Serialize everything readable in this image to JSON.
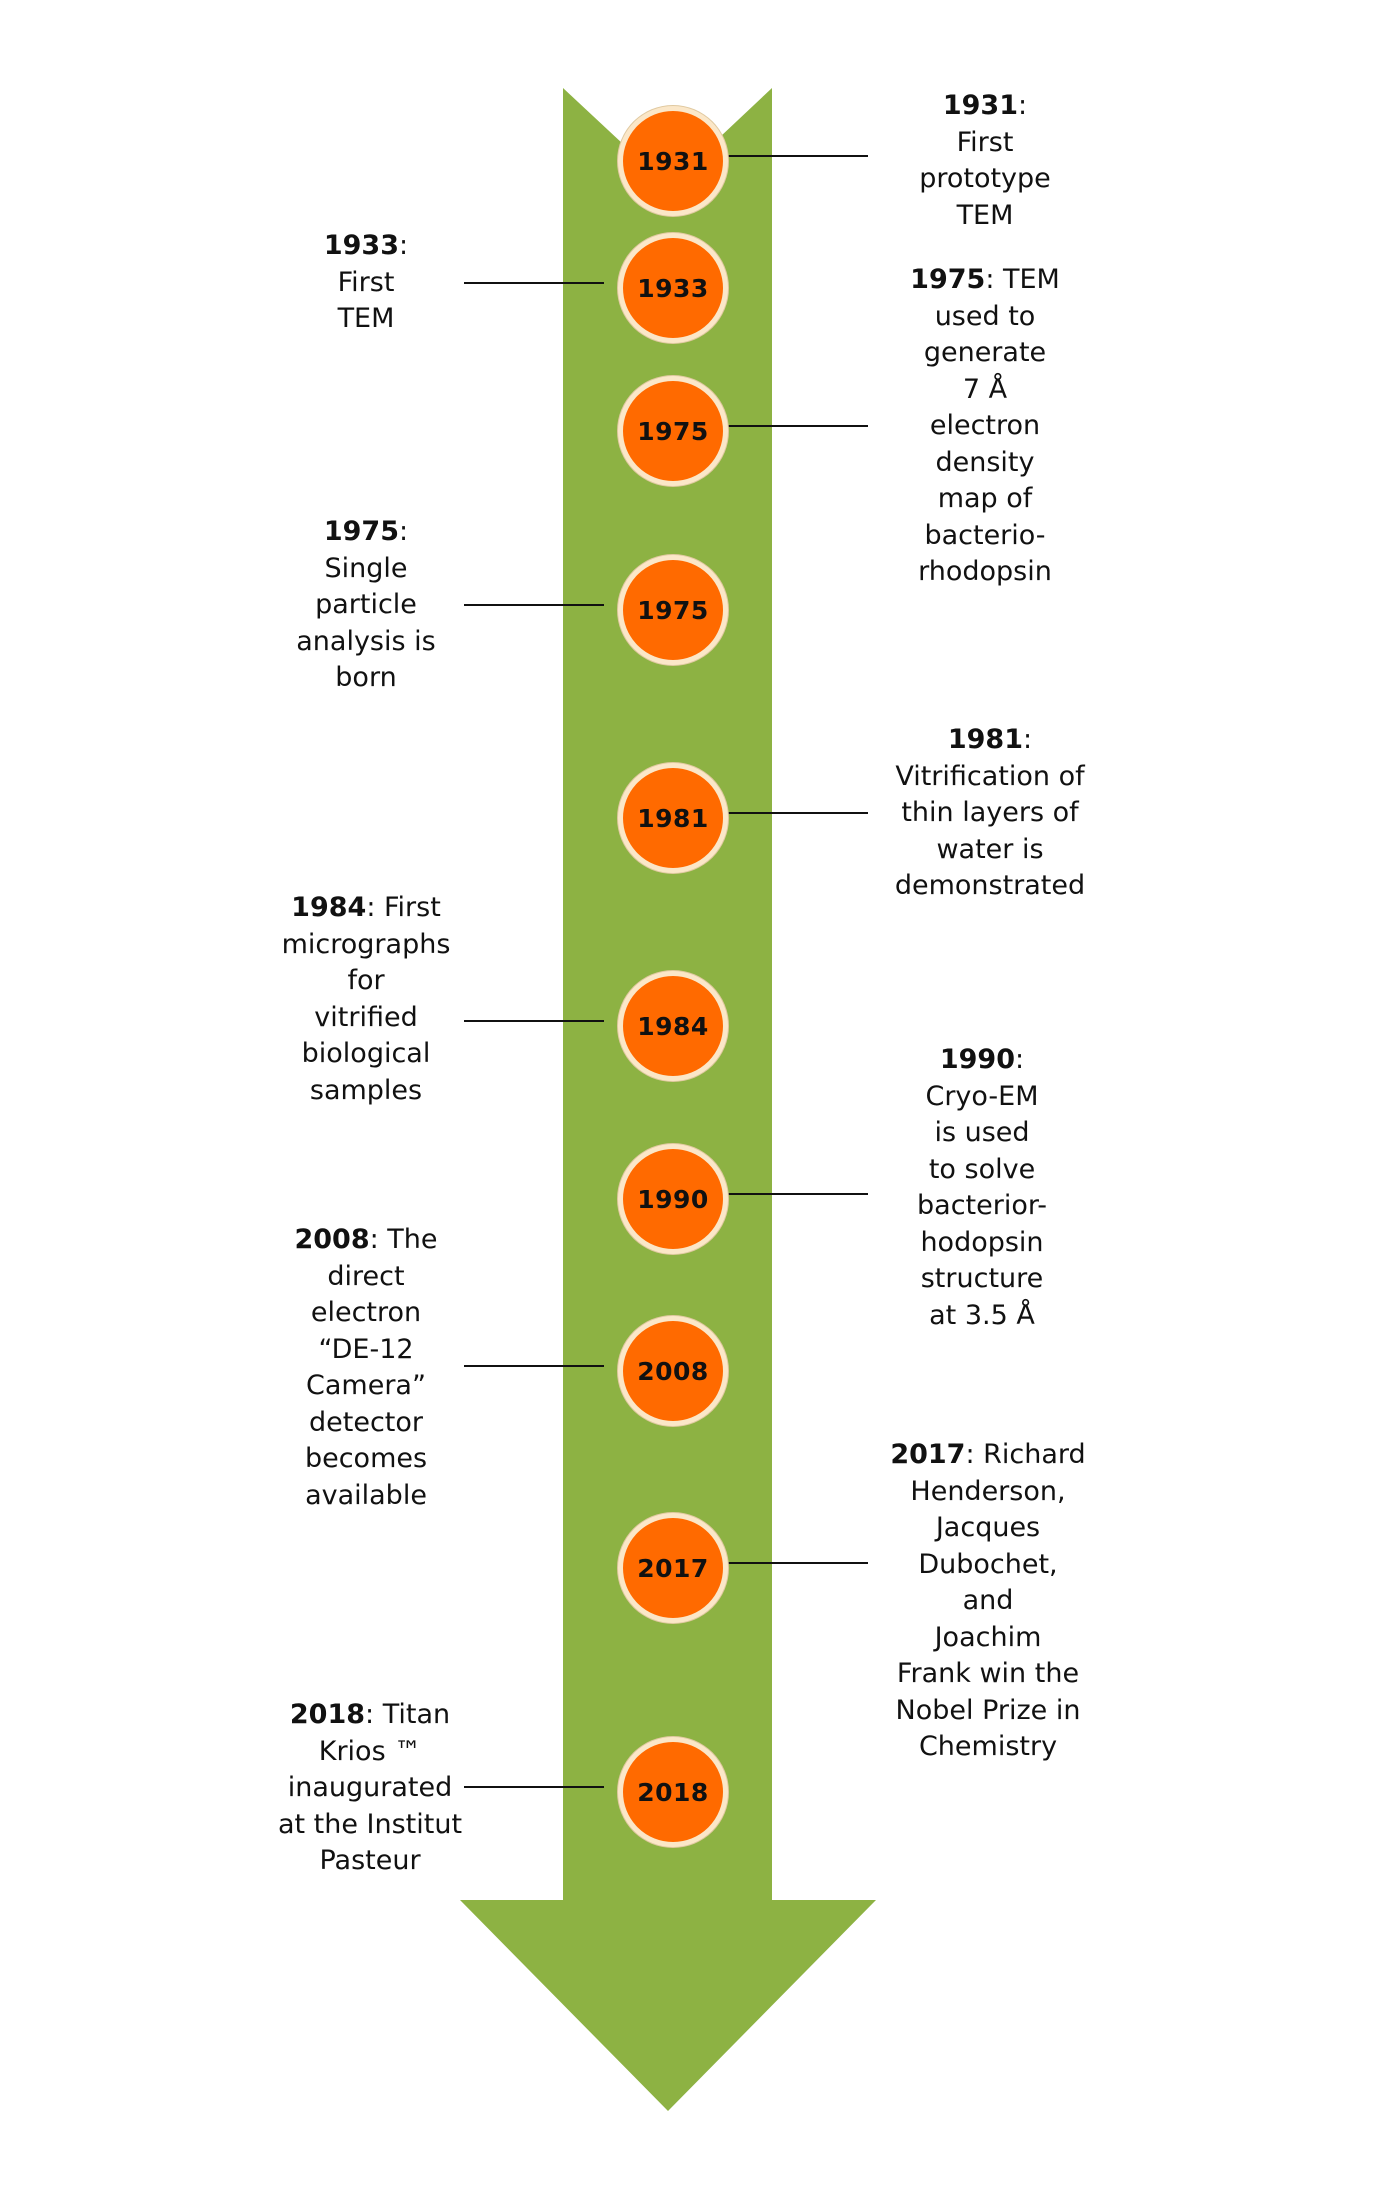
{
  "colors": {
    "arrow": "#8db243",
    "marker_fill": "#ff6a00",
    "marker_ring": "#fbe7c8",
    "text": "#111111"
  },
  "events": [
    {
      "marker": "1931",
      "bold": "1931",
      "text": ":\nFirst\nprototype\nTEM",
      "side": "right"
    },
    {
      "marker": "1933",
      "bold": "1933",
      "text": ":\nFirst\nTEM",
      "side": "left"
    },
    {
      "marker": "1975",
      "bold": "1975",
      "text": ": TEM\nused to\ngenerate\n7 Å\nelectron\ndensity\nmap of\nbacterio-\nrhodopsin",
      "side": "right"
    },
    {
      "marker": "1975",
      "bold": "1975",
      "text": ":\nSingle\nparticle\nanalysis is\nborn",
      "side": "left"
    },
    {
      "marker": "1981",
      "bold": "1981",
      "text": ":\nVitrification of\nthin layers of\nwater is\ndemonstrated",
      "side": "right"
    },
    {
      "marker": "1984",
      "bold": "1984",
      "text": ": First\nmicrographs\nfor\nvitrified\nbiological\nsamples",
      "side": "left"
    },
    {
      "marker": "1990",
      "bold": "1990",
      "text": ":\nCryo-EM\nis used\nto solve\nbacterior-\nhodopsin\nstructure\nat 3.5 Å",
      "side": "right"
    },
    {
      "marker": "2008",
      "bold": "2008",
      "text": ": The\ndirect\nelectron\n“DE-12\nCamera”\ndetector\nbecomes\navailable",
      "side": "left"
    },
    {
      "marker": "2017",
      "bold": "2017",
      "text": ": Richard\nHenderson,\nJacques\nDubochet,\nand\nJoachim\nFrank win the\nNobel Prize in\nChemistry",
      "side": "right"
    },
    {
      "marker": "2018",
      "bold": "2018",
      "text": ": Titan\nKrios ™\ninaugurated\nat the  Institut\nPasteur",
      "side": "left"
    }
  ]
}
